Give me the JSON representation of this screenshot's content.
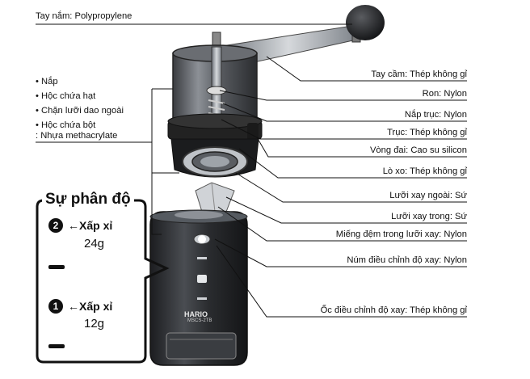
{
  "top_label": "Tay nắm: Polypropylene",
  "left_list": {
    "items": [
      "Nắp",
      "Hộc chứa hạt",
      "Chặn lưỡi dao ngoài",
      "Hộc chứa bột"
    ],
    "material": ": Nhựa methacrylate"
  },
  "right_labels": [
    "Tay cầm: Thép không gỉ",
    "Ron: Nylon",
    "Nắp trục: Nylon",
    "Trục: Thép không gỉ",
    "Vòng đai: Cao su silicon",
    "Lò xo: Thép không gỉ",
    "Lưỡi xay ngoài: Sứ",
    "Lưỡi xay trong: Sứ",
    "Miếng đệm trong lưỡi xay: Nylon",
    "Núm điều chỉnh độ xay: Nylon",
    "Ốc điều chỉnh độ xay: Thép không gỉ"
  ],
  "grind_guide": {
    "title": "Sự phân độ",
    "levels": [
      {
        "number": "2",
        "approx": "←Xấp xỉ",
        "amount": "24g"
      },
      {
        "number": "1",
        "approx": "←Xấp xỉ",
        "amount": "12g"
      }
    ]
  },
  "brand": {
    "name": "HARIO",
    "model": "MSCS-2TB"
  },
  "colors": {
    "ink": "#111111",
    "body": "#2b2d30",
    "steel": "#9aa0a6"
  }
}
